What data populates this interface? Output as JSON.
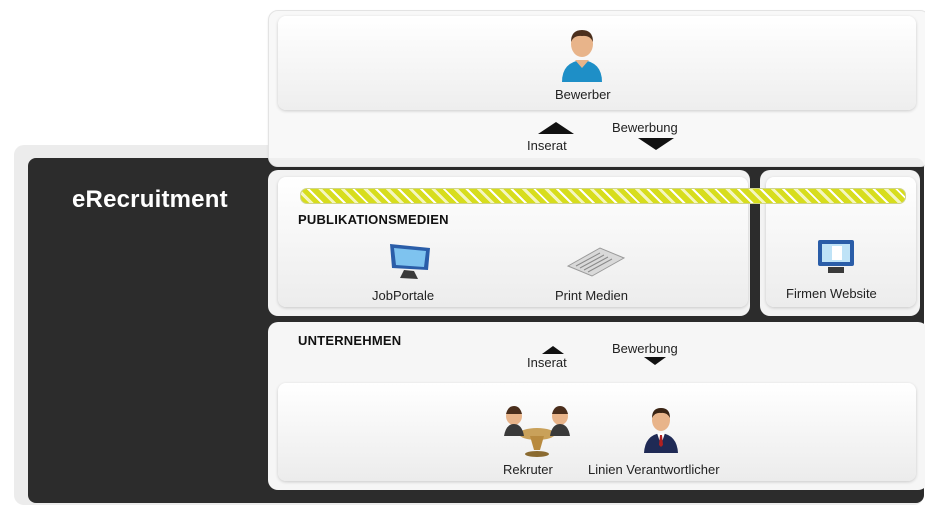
{
  "brand": "eRecruitment",
  "applicant": {
    "label": "Bewerber"
  },
  "flow_top": {
    "up_label": "Inserat",
    "down_label": "Bewerbung"
  },
  "media": {
    "heading": "PUBLIKATIONSMEDIEN",
    "items": [
      "JobPortale",
      "Print Medien"
    ],
    "website": "Firmen Website"
  },
  "company": {
    "heading": "UNTERNEHMEN",
    "up_label": "Inserat",
    "down_label": "Bewerbung",
    "people": [
      "Rekruter",
      "Linien Verantwortlicher"
    ]
  },
  "colors": {
    "dark_panel": "#2c2c2c",
    "stripe_yellow": "#d7dd1d",
    "person_shirt": "#1e8fc7"
  },
  "icons": [
    "person-icon",
    "monitor-icon",
    "newspaper-icon",
    "website-monitor-icon",
    "recruiters-icon",
    "manager-icon"
  ]
}
